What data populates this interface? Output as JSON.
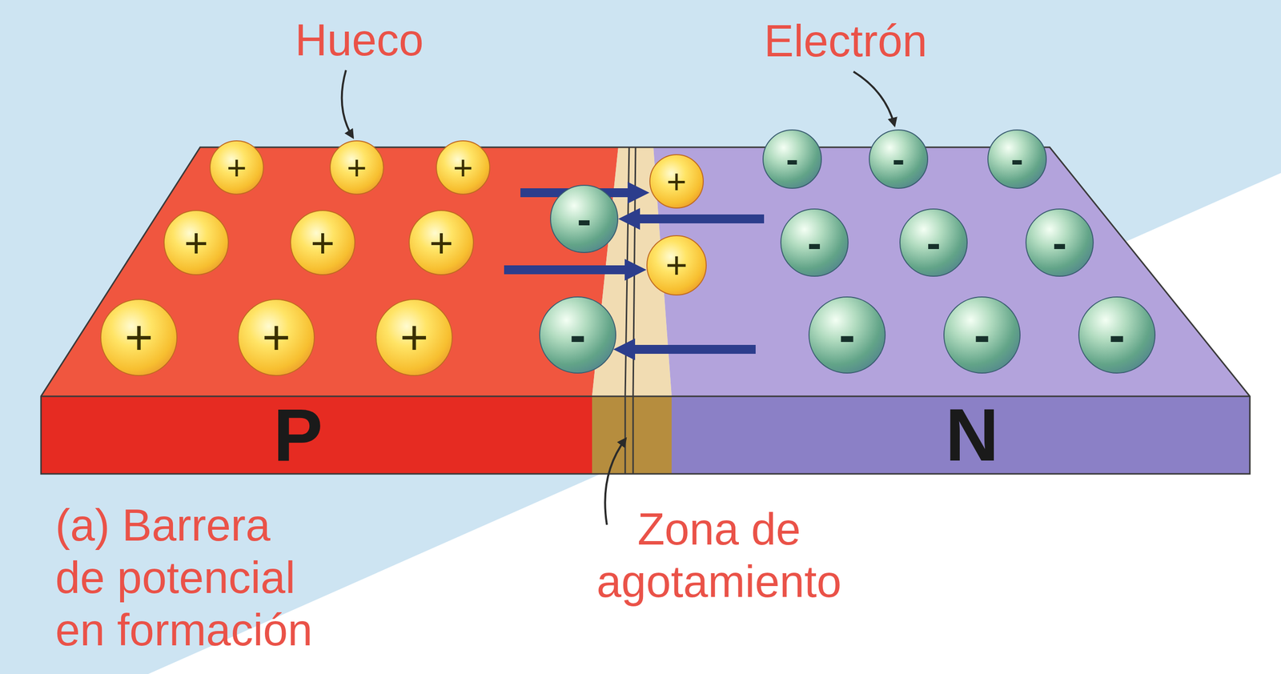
{
  "diagram": {
    "nodes": [
      {
        "text": [
          "+"
        ]
      },
      {
        "text": [
          "+"
        ]
      },
      {
        "text": [
          "+"
        ]
      },
      {
        "text": [
          "-"
        ]
      },
      {
        "text": [
          "-"
        ]
      },
      {
        "text": [
          "-"
        ]
      },
      {
        "text": [
          "+"
        ]
      },
      {
        "text": [
          "-"
        ]
      },
      {
        "text": [
          "+"
        ]
      },
      {
        "text": [
          "-"
        ]
      },
      {
        "text": [
          "+"
        ]
      },
      {
        "text": [
          "+"
        ]
      },
      {
        "text": [
          "+"
        ]
      },
      {
        "text": [
          "-"
        ]
      },
      {
        "text": [
          "-"
        ]
      },
      {
        "text": [
          "-"
        ]
      },
      {
        "text": [
          "+"
        ]
      },
      {
        "text": [
          "+"
        ]
      },
      {
        "text": [
          "+"
        ]
      },
      {
        "text": [
          "-"
        ]
      },
      {
        "text": [
          "-"
        ]
      },
      {
        "text": [
          "-"
        ]
      }
    ],
    "labels": [
      "Hueco",
      "Electrón",
      "P",
      "N",
      "(a) Barrera de potencial en formación",
      "Zona de agotamiento"
    ]
  }
}
